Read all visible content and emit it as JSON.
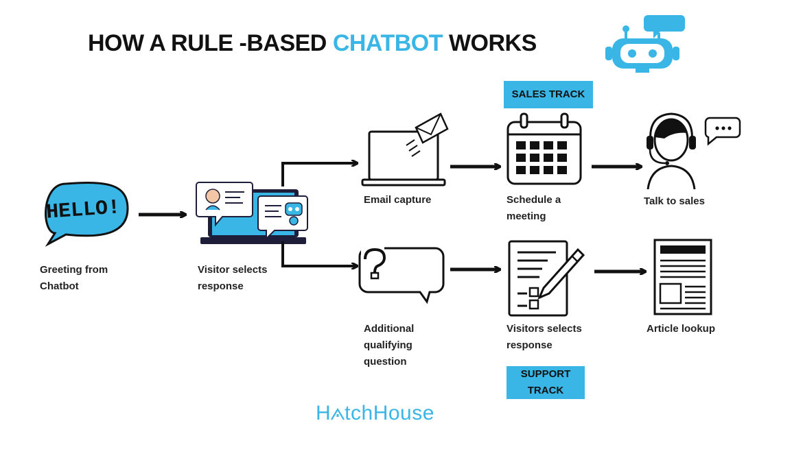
{
  "title": {
    "prefix": "HOW A RULE -BASED ",
    "accent": "CHATBOT",
    "suffix": " WORKS"
  },
  "hello_text": "HELLO!",
  "nodes": {
    "greeting": "Greeting from\n Chatbot",
    "visitor_selects": "Visitor selects\nresponse",
    "email_capture": "Email capture",
    "schedule_meeting": "Schedule a\nmeeting",
    "talk_to_sales": "Talk to sales",
    "qualifying_question": "Additional\nqualifying\nquestion",
    "visitors_selects": "Visitors selects\nresponse",
    "article_lookup": "Article lookup"
  },
  "tracks": {
    "sales": "SALES TRACK",
    "support": "SUPPORT\nTRACK"
  },
  "logo": {
    "part1": "H",
    "part2": "tchHouse"
  },
  "colors": {
    "accent": "#39b6e6",
    "ink": "#111111"
  },
  "icons": [
    "robot-icon",
    "hello-bubble-icon",
    "chat-laptop-icon",
    "email-laptop-icon",
    "calendar-icon",
    "headset-agent-icon",
    "question-bubble-icon",
    "form-pencil-icon",
    "article-icon",
    "house-roof-icon"
  ]
}
